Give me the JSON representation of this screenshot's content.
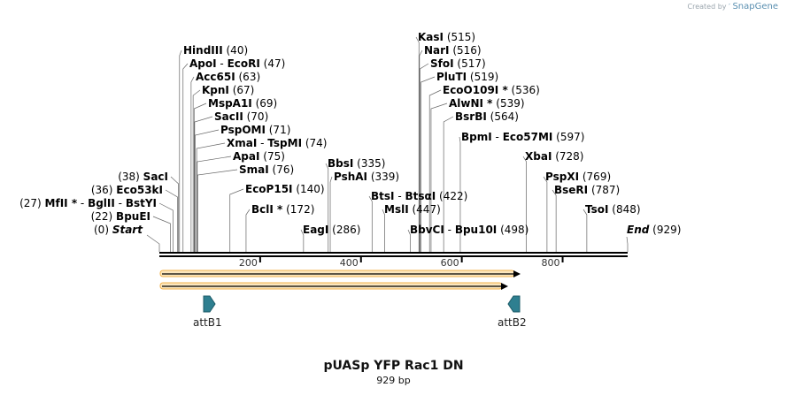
{
  "credit": {
    "prefix": "Created by",
    "brand": "SnapGene"
  },
  "title": "pUASp YFP Rac1 DN",
  "subtitle": "929 bp",
  "scale_ticks": [
    "200",
    "400",
    "600",
    "800"
  ],
  "start": {
    "name": "Start",
    "pos": "(0)"
  },
  "end": {
    "name": "End",
    "pos": "(929)"
  },
  "sites_left": [
    {
      "parts": [
        "HindIII"
      ],
      "pos": "(40)"
    },
    {
      "parts": [
        "ApoI",
        "EcoRI"
      ],
      "pos": "(47)"
    },
    {
      "parts": [
        "Acc65I"
      ],
      "pos": "(63)"
    },
    {
      "parts": [
        "KpnI"
      ],
      "pos": "(67)"
    },
    {
      "parts": [
        "MspA1I"
      ],
      "pos": "(69)"
    },
    {
      "parts": [
        "SacII"
      ],
      "pos": "(70)"
    },
    {
      "parts": [
        "PspOMI"
      ],
      "pos": "(71)"
    },
    {
      "parts": [
        "XmaI",
        "TspMI"
      ],
      "pos": "(74)"
    },
    {
      "parts": [
        "ApaI"
      ],
      "pos": "(75)"
    },
    {
      "parts": [
        "SmaI"
      ],
      "pos": "(76)"
    },
    {
      "parts": [
        "EcoP15I"
      ],
      "pos": "(140)"
    },
    {
      "parts": [
        "BclI *"
      ],
      "pos": "(172)"
    }
  ],
  "sites_far_left": [
    {
      "parts": [
        "SacI"
      ],
      "pos": "(38)"
    },
    {
      "parts": [
        "Eco53kI"
      ],
      "pos": "(36)"
    },
    {
      "parts": [
        "MfII *",
        "BglII",
        "BstYI"
      ],
      "pos": "(27)"
    },
    {
      "parts": [
        "BpuEI"
      ],
      "pos": "(22)"
    }
  ],
  "sites_mid": [
    {
      "parts": [
        "BbsI"
      ],
      "pos": "(335)"
    },
    {
      "parts": [
        "PshAI"
      ],
      "pos": "(339)"
    },
    {
      "parts": [
        "EagI"
      ],
      "pos": "(286)"
    },
    {
      "parts": [
        "BtsI",
        "BtsαI"
      ],
      "pos": "(422)"
    },
    {
      "parts": [
        "MslI"
      ],
      "pos": "(447)"
    },
    {
      "parts": [
        "BbvCI",
        "Bpu10I"
      ],
      "pos": "(498)"
    }
  ],
  "sites_right": [
    {
      "parts": [
        "KasI"
      ],
      "pos": "(515)"
    },
    {
      "parts": [
        "NarI"
      ],
      "pos": "(516)"
    },
    {
      "parts": [
        "SfoI"
      ],
      "pos": "(517)"
    },
    {
      "parts": [
        "PluTI"
      ],
      "pos": "(519)"
    },
    {
      "parts": [
        "EcoO109I *"
      ],
      "pos": "(536)"
    },
    {
      "parts": [
        "AlwNI *"
      ],
      "pos": "(539)"
    },
    {
      "parts": [
        "BsrBI"
      ],
      "pos": "(564)"
    },
    {
      "parts": [
        "BpmI",
        "Eco57MI"
      ],
      "pos": "(597)"
    },
    {
      "parts": [
        "XbaI"
      ],
      "pos": "(728)"
    },
    {
      "parts": [
        "PspXI"
      ],
      "pos": "(769)"
    },
    {
      "parts": [
        "BseRI"
      ],
      "pos": "(787)"
    },
    {
      "parts": [
        "TsoI"
      ],
      "pos": "(848)"
    }
  ],
  "features": [
    {
      "name": "attB1",
      "direction": "forward",
      "color": "#2e7f90"
    },
    {
      "name": "attB2",
      "direction": "reverse",
      "color": "#2e7f90"
    }
  ],
  "orf_color": "#f2b14a"
}
